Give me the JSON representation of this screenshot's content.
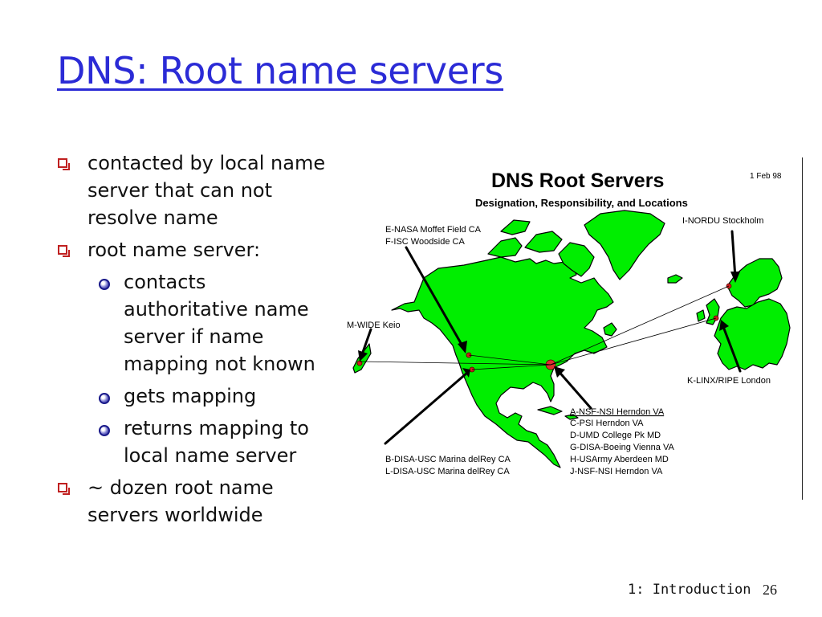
{
  "slide": {
    "title": "DNS: Root name servers",
    "bullets": [
      {
        "level": 1,
        "text": "contacted by local name server that can not resolve name"
      },
      {
        "level": 1,
        "text": "root name server:"
      },
      {
        "level": 2,
        "text": "contacts authoritative name server if name mapping not known"
      },
      {
        "level": 2,
        "text": "gets mapping"
      },
      {
        "level": 2,
        "text": "returns mapping to local name server"
      },
      {
        "level": 1,
        "text": "~ dozen root name servers worldwide"
      }
    ],
    "footer": {
      "section": "1: Introduction",
      "page": "26"
    }
  },
  "map": {
    "title": "DNS Root Servers",
    "subtitle": "Designation, Responsibility, and Locations",
    "date": "1 Feb 98",
    "labels": {
      "nasa": [
        "E-NASA Moffet Field CA",
        "F-ISC Woodside CA"
      ],
      "nordu": [
        "I-NORDU Stockholm"
      ],
      "wide": [
        "M-WIDE Keio"
      ],
      "linx": [
        "K-LINX/RIPE London"
      ],
      "disa": [
        "B-DISA-USC Marina delRey CA",
        "L-DISA-USC Marina delRey CA"
      ],
      "herndon": [
        "A-NSF-NSI Herndon VA",
        "C-PSI Herndon VA",
        "D-UMD College Pk MD",
        "G-DISA-Boeing Vienna VA",
        "H-USArmy Aberdeen MD",
        "J-NSF-NSI Herndon VA"
      ]
    },
    "colors": {
      "land": "#00ee00",
      "title": "#2b2bd6",
      "bullet1": "#c02020",
      "bullet2": "#1a1a8a"
    }
  }
}
